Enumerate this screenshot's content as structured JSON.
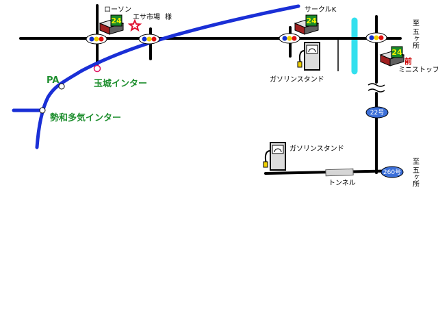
{
  "places": {
    "lawson": "ローソン",
    "esa_market": "エサ市場",
    "sama": "様",
    "circle_k": "サークルK",
    "gas_station_1": "ガソリンスタンド",
    "gas_station_2": "ガソリンスタンド",
    "mae": "前",
    "mini_stop": "ミニストップ",
    "tunnel": "トンネル"
  },
  "highway": {
    "pa": "PA",
    "tamatsukuri_ic": "玉城インター",
    "seiwa_taki_ic": "勢和多気インター"
  },
  "routes": {
    "r22": "22号",
    "r260": "260号"
  },
  "directions": {
    "to_gokasho_top": "至 五ヶ所",
    "to_gokasho_bottom": "至 五ヶ所"
  },
  "icons": {
    "store": "convenience-store-24-icon",
    "signal": "traffic-signal-icon",
    "fuel": "fuel-pump-icon",
    "destination": "star-marker-icon"
  },
  "colors": {
    "highway": "#1a2fd6",
    "road": "#000000",
    "river": "#33e0ee",
    "route_badge": "#3c6fd8",
    "destination": "#e01030",
    "label_green": "#1f8f2f"
  }
}
